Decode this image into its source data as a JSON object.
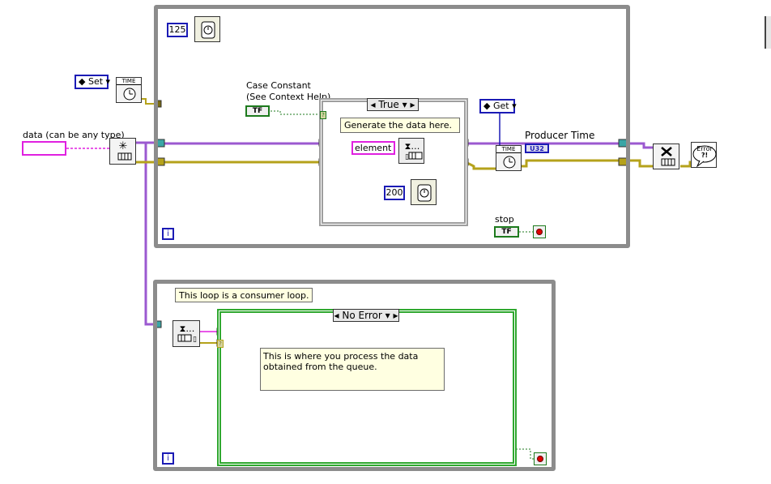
{
  "producer_loop": {
    "wait_ms": "125",
    "case_constant_label_line1": "Case Constant",
    "case_constant_label_line2": "(See Context Help)",
    "case_constant_value": "TF",
    "case_selector": "True",
    "generate_note": "Generate the data here.",
    "element_label": "element",
    "inner_wait_ms": "200",
    "get_ring": "Get",
    "producer_time_label": "Producer Time",
    "u32_label": "U32",
    "stop_label": "stop",
    "stop_value": "TF",
    "iteration_label": "i"
  },
  "inputs": {
    "set_ring": "Set",
    "time_label": "TIME",
    "data_label": "data (can be any type)"
  },
  "consumer_loop": {
    "note": "This loop is a consumer loop.",
    "case_selector": "No Error",
    "process_note_line1": "This is where you process the data",
    "process_note_line2": "obtained from the queue.",
    "iteration_label": "i"
  },
  "outputs": {
    "error_label_line1": "Error",
    "error_label_line2": "?!"
  },
  "colors": {
    "loop_border": "#8c8c8c",
    "queue_wire": "#9b59d0",
    "error_wire": "#b5a21b",
    "numeric_blue": "#1b1bb5",
    "boolean_green": "#1d7a1d",
    "string_pink": "#e020e0",
    "case_green": "#2fa82f",
    "note_bg": "#ffffe1"
  }
}
